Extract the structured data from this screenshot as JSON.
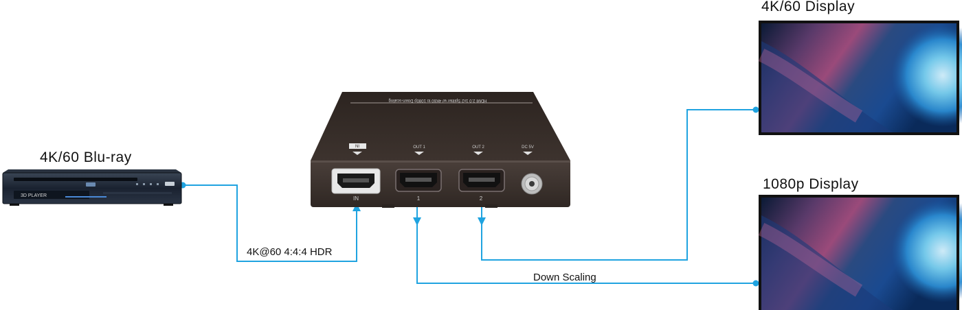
{
  "devices": {
    "source": {
      "label": "4K/60 Blu-ray",
      "display_text": "3D PLAYER"
    },
    "splitter": {
      "model_text": "HDMI 2.0 1x2 Splitter w/ 4K60 to 1080p Down-scaling",
      "ports": {
        "in": "IN",
        "out1": "OUT 1",
        "out2": "OUT 2",
        "dc": "DC 5V",
        "port_num_in": "IN",
        "port_num_1": "1",
        "port_num_2": "2"
      }
    },
    "display_top": {
      "label": "4K/60 Display"
    },
    "display_bottom": {
      "label": "1080p Display"
    }
  },
  "signals": {
    "input": "4K@60 4:4:4 HDR",
    "downscale": "Down Scaling"
  },
  "colors": {
    "cable": "#1fa3e0",
    "splitter_body": "#3a302c",
    "player_body": "#1b2430"
  },
  "icons": {
    "arrow": "arrow-down-icon",
    "port": "hdmi-port-icon",
    "power": "dc-power-jack-icon"
  }
}
